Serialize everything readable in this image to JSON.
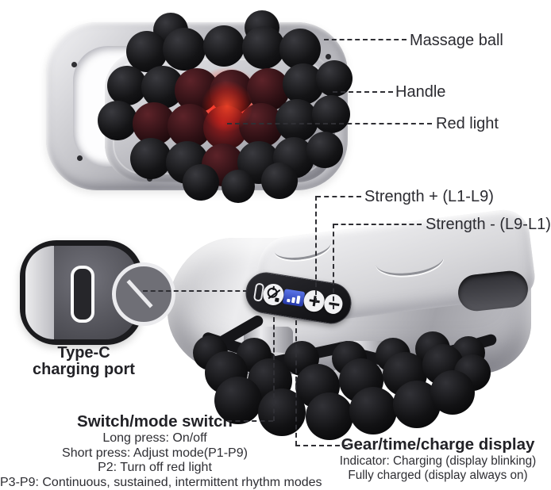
{
  "colors": {
    "background": "#ffffff",
    "label_text": "#2b2b31",
    "callout_line": "#2f2f34",
    "red_light": "#ff2418",
    "display_blue": "#3a50c8",
    "device_silver": "#c9c9ce",
    "massage_ball_black": "#121214"
  },
  "callouts": {
    "massage_ball": {
      "label": "Massage ball"
    },
    "handle": {
      "label": "Handle"
    },
    "red_light": {
      "label": "Red light"
    },
    "strength_plus": {
      "label": "Strength + (L1-L9)"
    },
    "strength_minus": {
      "label": "Strength - (L9-L1)"
    },
    "type_c": {
      "label_line1": "Type-C",
      "label_line2": "charging port"
    },
    "switch": {
      "title": "Switch/mode switch",
      "details": [
        "Long press: On/off",
        "Short press: Adjust mode(P1-P9)",
        "P2: Turn off red light",
        "P3-P9: Continuous, sustained, intermittent rhythm modes"
      ]
    },
    "display": {
      "title": "Gear/time/charge display",
      "details": [
        "Indicator: Charging (display blinking)",
        "Fully charged (display always on)"
      ]
    }
  },
  "control_panel": {
    "icons": [
      "type-c-port-icon",
      "power-mode-icon",
      "level-display",
      "plus-icon",
      "minus-icon"
    ]
  }
}
